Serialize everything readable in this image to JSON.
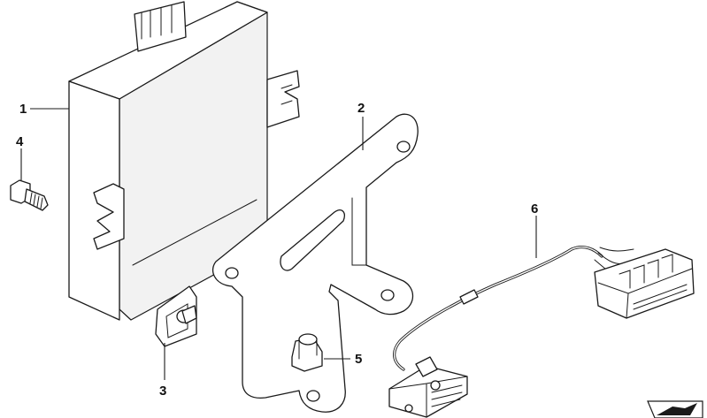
{
  "callouts": [
    {
      "id": "1",
      "label": "1"
    },
    {
      "id": "2",
      "label": "2"
    },
    {
      "id": "3",
      "label": "3"
    },
    {
      "id": "4",
      "label": "4"
    },
    {
      "id": "5",
      "label": "5"
    },
    {
      "id": "6",
      "label": "6"
    }
  ],
  "icons": {
    "next_page": "arrow-right-icon"
  }
}
